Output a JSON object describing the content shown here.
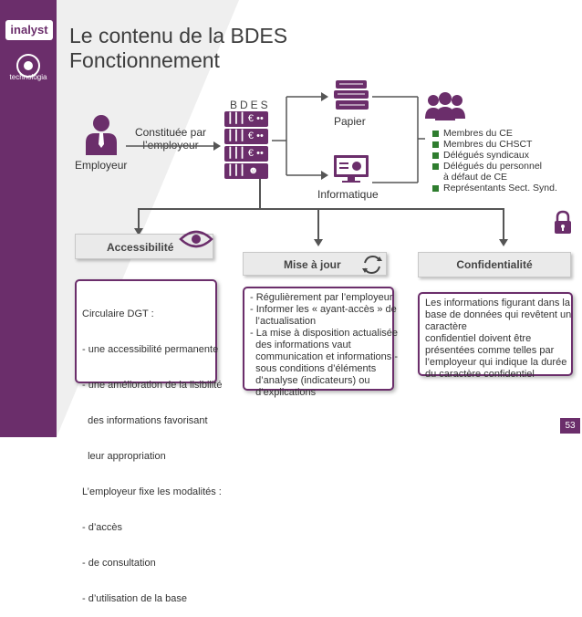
{
  "logo": {
    "brand": "inalyst",
    "sub": "technologia"
  },
  "title": {
    "line1": "Le contenu de la BDES",
    "line2": "Fonctionnement"
  },
  "diagram": {
    "employer_label": "Employeur",
    "constituted_line1": "Constituée par",
    "constituted_line2": "l’employeur",
    "bdes_label": "BDES",
    "paper_label": "Papier",
    "digital_label": "Informatique"
  },
  "legend": {
    "items": [
      "Membres du CE",
      "Membres du CHSCT",
      "Délégués syndicaux",
      "Délégués du personnel",
      "Représentants Sect. Synd."
    ],
    "sub_note": "à défaut de CE"
  },
  "sections": {
    "accessibility": {
      "title": "Accessibilité",
      "lines": [
        "Circulaire DGT :",
        "- une accessibilité permanente",
        "- une amélioration de la lisibilité",
        "  des informations favorisant",
        "  leur appropriation",
        "L’employeur fixe les modalités :",
        "- d’accès",
        "- de consultation",
        "- d’utilisation de la base"
      ]
    },
    "update": {
      "title": "Mise à jour",
      "lines": [
        "- Régulièrement par l’employeur",
        "- Informer les « ayant-accès » de",
        "  l’actualisation",
        "- La mise à disposition actualisée",
        "  des informations vaut",
        "  communication et informations -",
        "  sous conditions d’éléments",
        "  d’analyse (indicateurs) ou",
        "  d’explications"
      ]
    },
    "confidentiality": {
      "title": "Confidentialité",
      "lines": [
        "Les informations figurant dans la",
        "base de données qui revêtent un",
        "caractère",
        "confidentiel doivent être",
        "présentées comme telles par",
        "l’employeur qui indique la durée",
        "du caractère confidentiel"
      ]
    }
  },
  "page_number": "53",
  "colors": {
    "brand": "#6b2e6b",
    "legend_square": "#2e7d2e",
    "connector": "#555555"
  }
}
